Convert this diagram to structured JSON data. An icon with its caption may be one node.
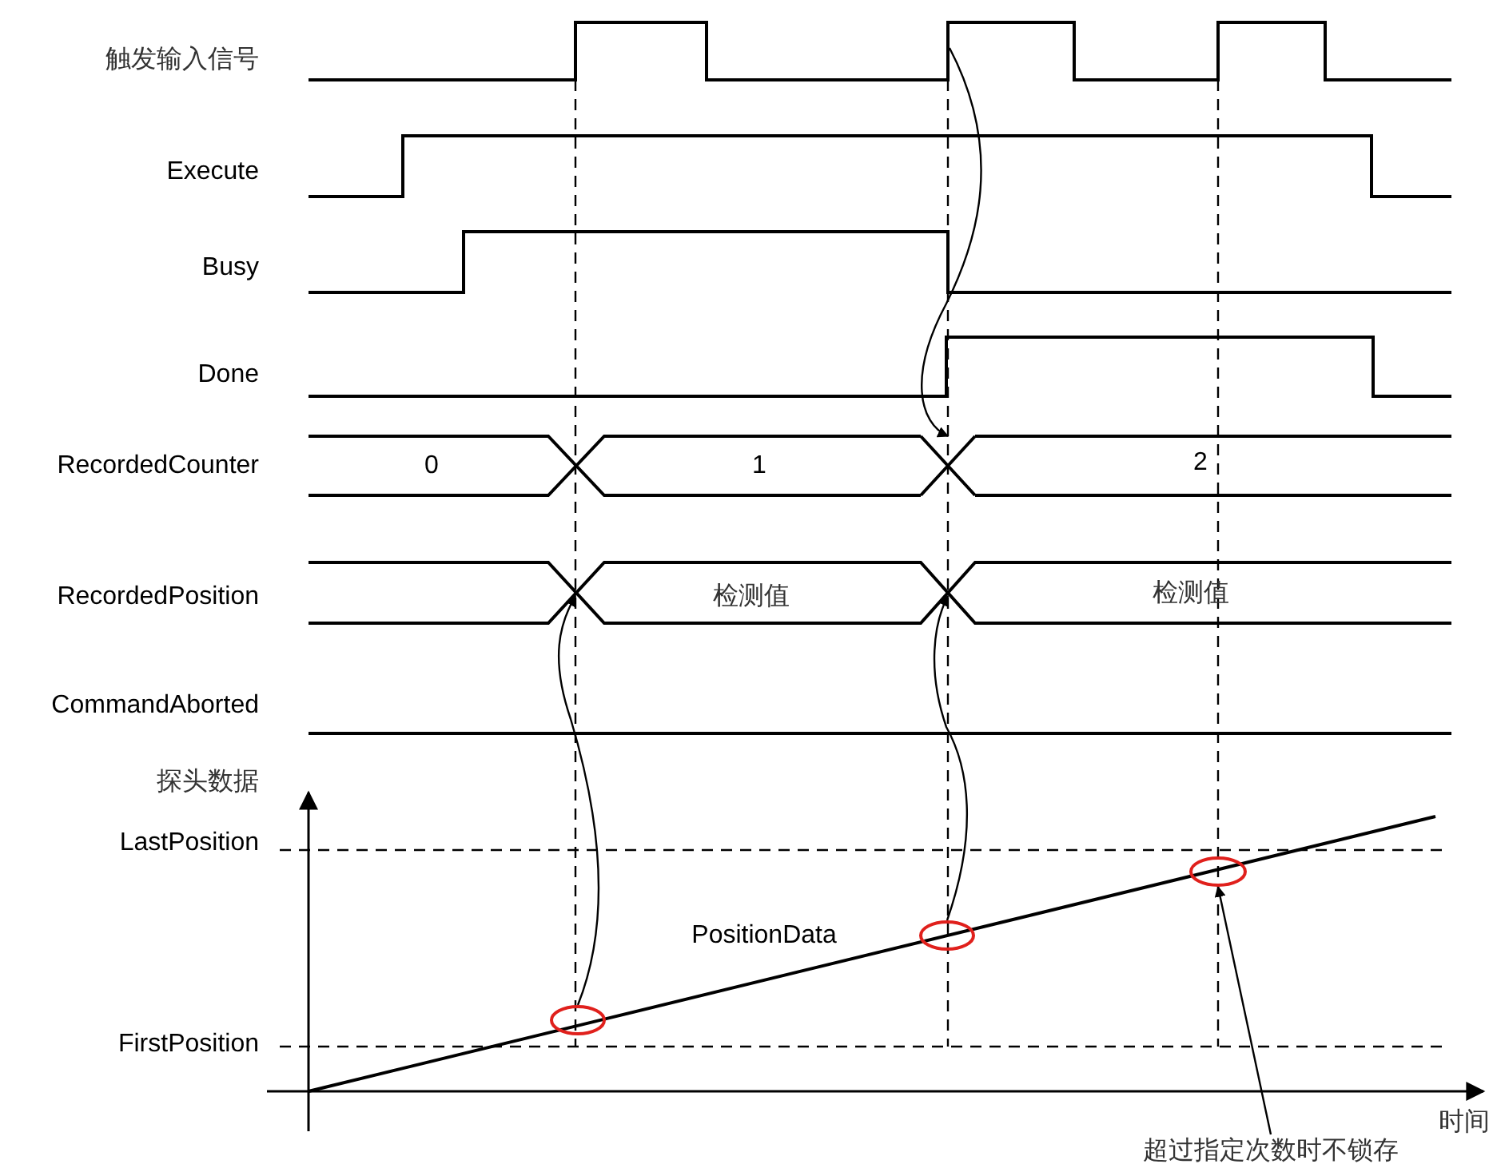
{
  "diagram": {
    "nodes": [
      {
        "text": [],
        "shape": "cross"
      },
      {
        "text": [],
        "shape": "ellipse"
      },
      {
        "text": [],
        "shape": "ellipse"
      },
      {
        "text": [],
        "shape": "ellipse"
      },
      {
        "text": [
          "超过指定次数时不锁存"
        ]
      }
    ],
    "edges": [
      {
        "from": null,
        "to": 0,
        "arrow": "to"
      },
      {
        "from": 3,
        "to": null,
        "arrow": "to"
      },
      {
        "from": 2,
        "to": null,
        "arrow": "to"
      },
      {
        "from": 4,
        "to": 1,
        "arrow": "to"
      }
    ],
    "labels": [
      "触发输入信号",
      "Execute",
      "Busy",
      "Done",
      "RecordedCounter",
      "0",
      "1",
      "2",
      "RecordedPosition",
      "检测值",
      "检测值",
      "CommandAborted",
      "探头数据",
      "LastPosition",
      "PositionData",
      "FirstPosition",
      "时间"
    ]
  }
}
